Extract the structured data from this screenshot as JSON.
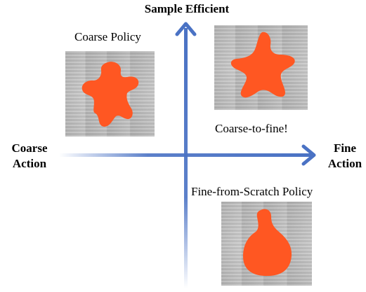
{
  "axes": {
    "top": "Sample Efficient",
    "left_line1": "Coarse",
    "left_line2": "Action",
    "right_line1": "Fine",
    "right_line2": "Action"
  },
  "panels": {
    "top_left_caption": "Coarse Policy",
    "top_right_caption": "Coarse-to-fine!",
    "bottom_right_caption": "Fine-from-Scratch Policy"
  },
  "colors": {
    "axis": "#4a72c4",
    "shape": "#ff5722",
    "panel_bg": "#dcdcdc"
  }
}
